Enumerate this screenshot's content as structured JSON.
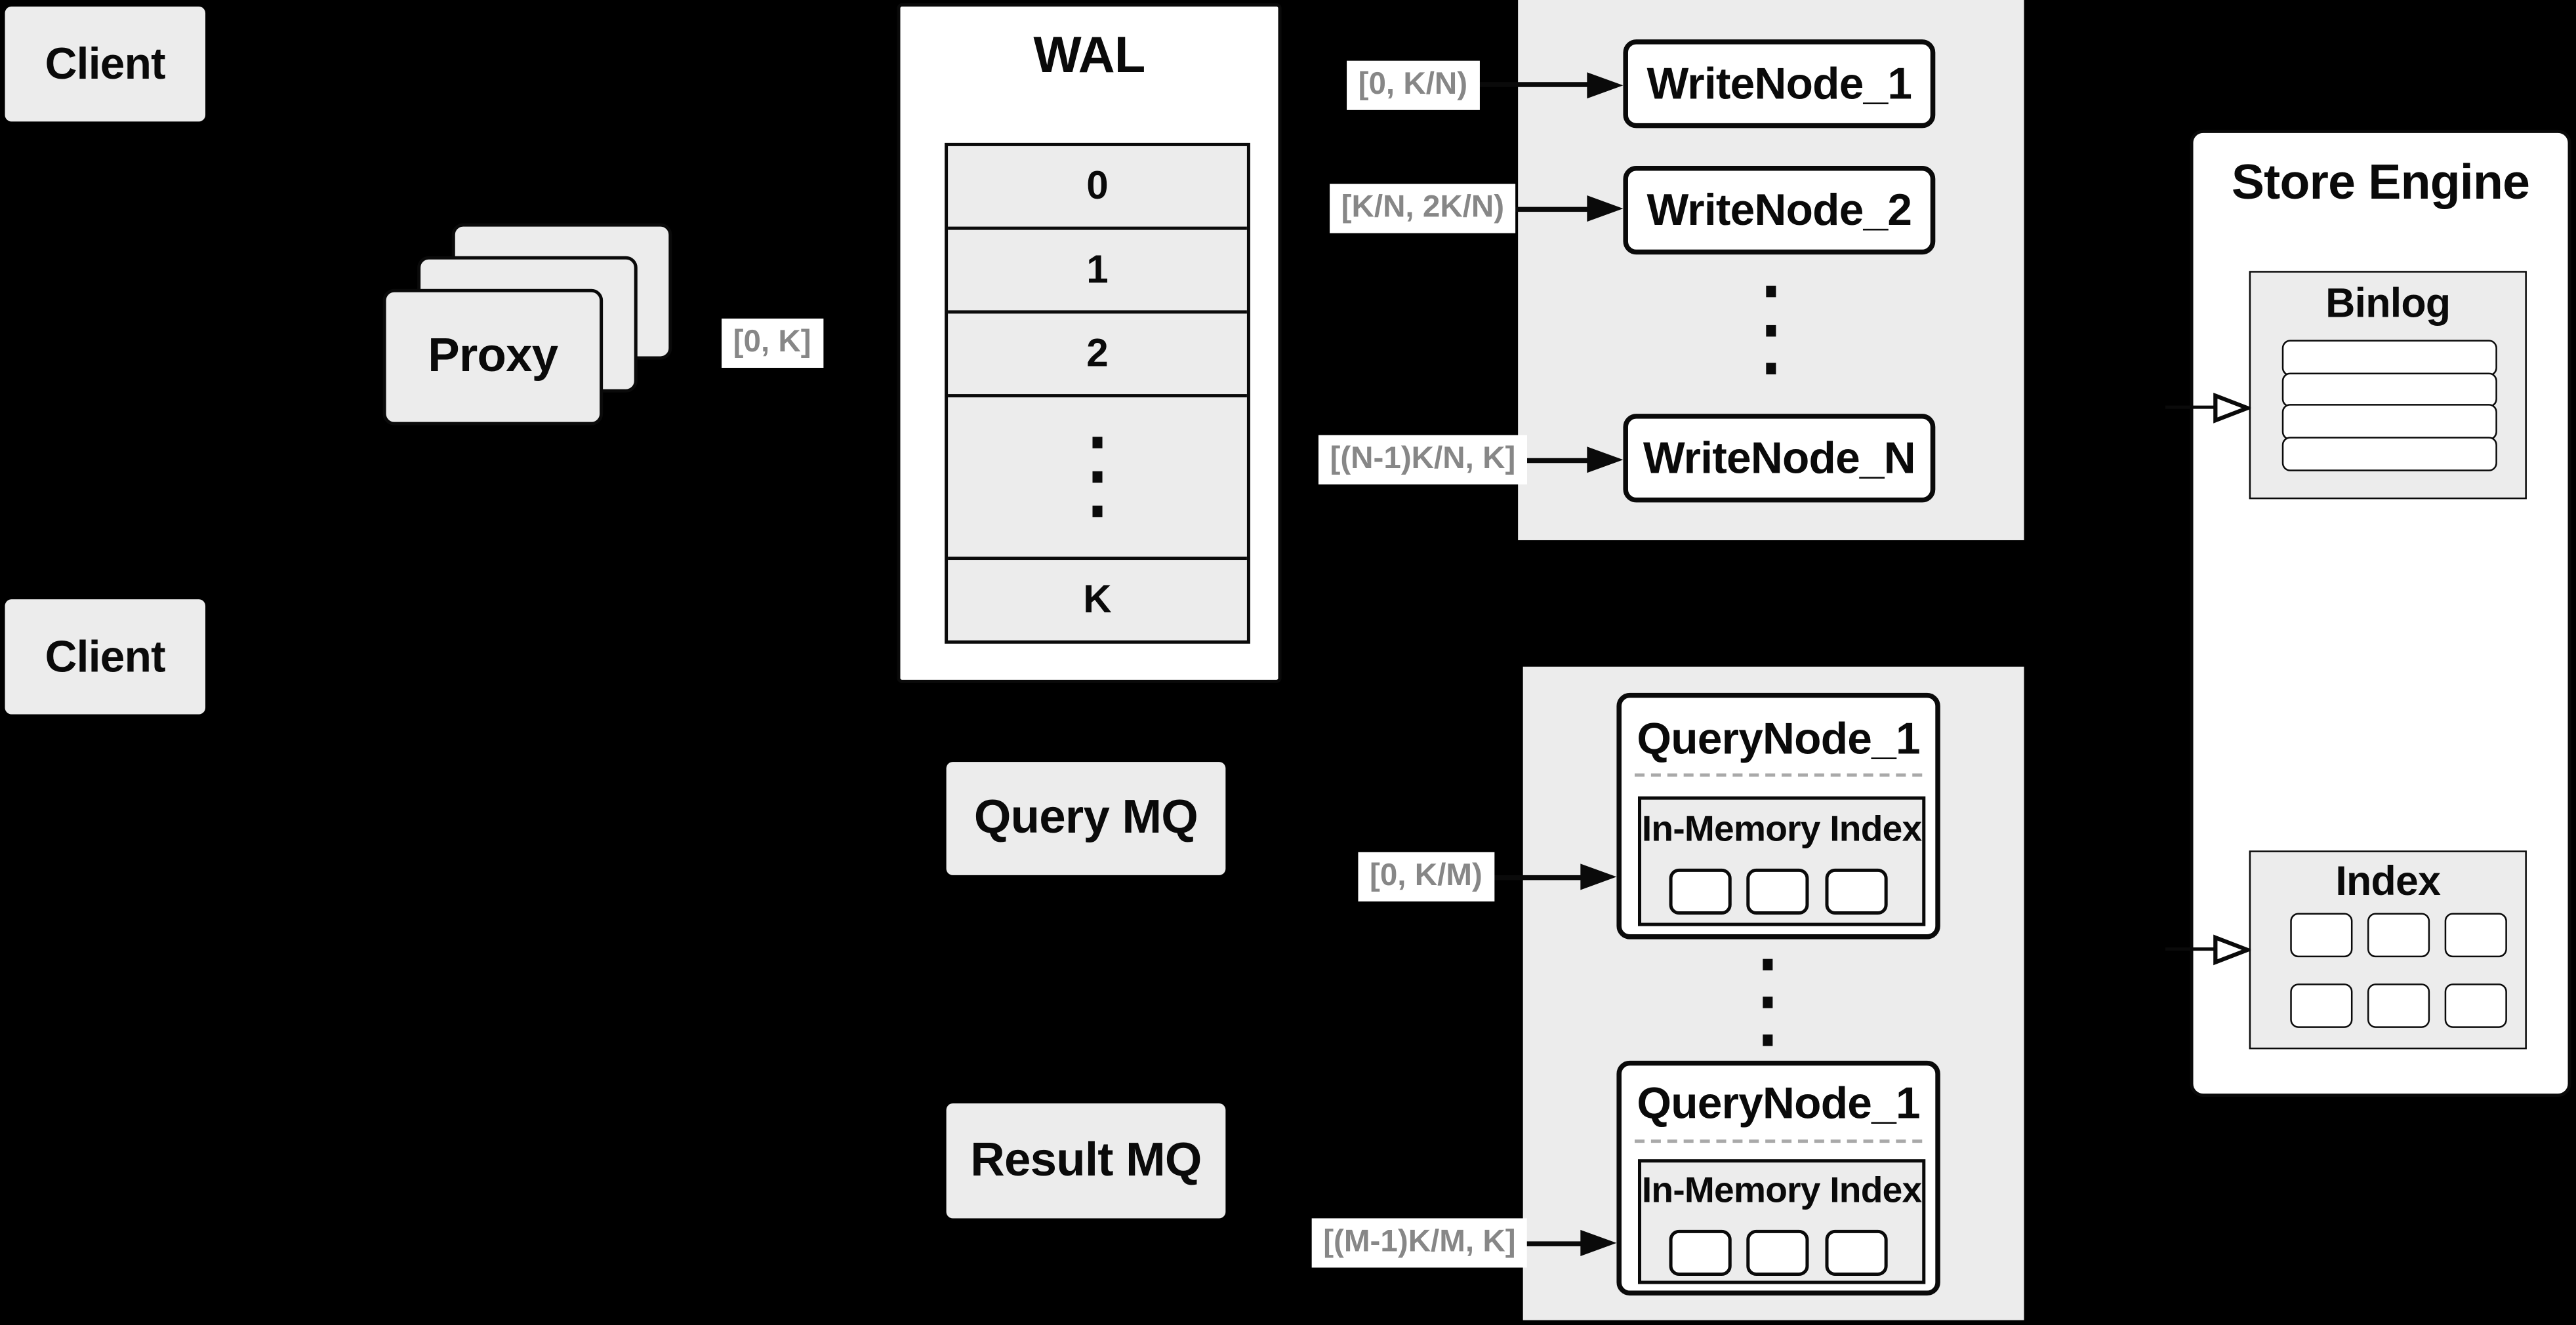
{
  "colors": {
    "background": "#000000",
    "panel_gray": "#ececec",
    "box_white": "#ffffff",
    "line_black": "#0a0a0a",
    "range_label_text": "#878787",
    "dashed_divider": "#a9a9a9"
  },
  "clients": {
    "top": "Client",
    "bottom": "Client"
  },
  "proxy": {
    "label": "Proxy"
  },
  "range_labels": {
    "proxy_to_wal": "[0, K]",
    "write": [
      "[0, K/N)",
      "[K/N, 2K/N)",
      "[(N-1)K/N, K]"
    ],
    "query": [
      "[0, K/M)",
      "[(M-1)K/M, K]"
    ]
  },
  "wal": {
    "title": "WAL",
    "rows": [
      "0",
      "1",
      "2"
    ],
    "tail_row": "K"
  },
  "write_nodes": {
    "items": [
      "WriteNode_1",
      "WriteNode_2",
      "WriteNode_N"
    ]
  },
  "mq": {
    "query": "Query MQ",
    "result": "Result MQ"
  },
  "query_nodes": {
    "items": [
      {
        "title": "QueryNode_1",
        "memory": "In-Memory Index"
      },
      {
        "title": "QueryNode_1",
        "memory": "In-Memory Index"
      }
    ]
  },
  "store_engine": {
    "title": "Store Engine",
    "binlog_title": "Binlog",
    "index_title": "Index"
  }
}
